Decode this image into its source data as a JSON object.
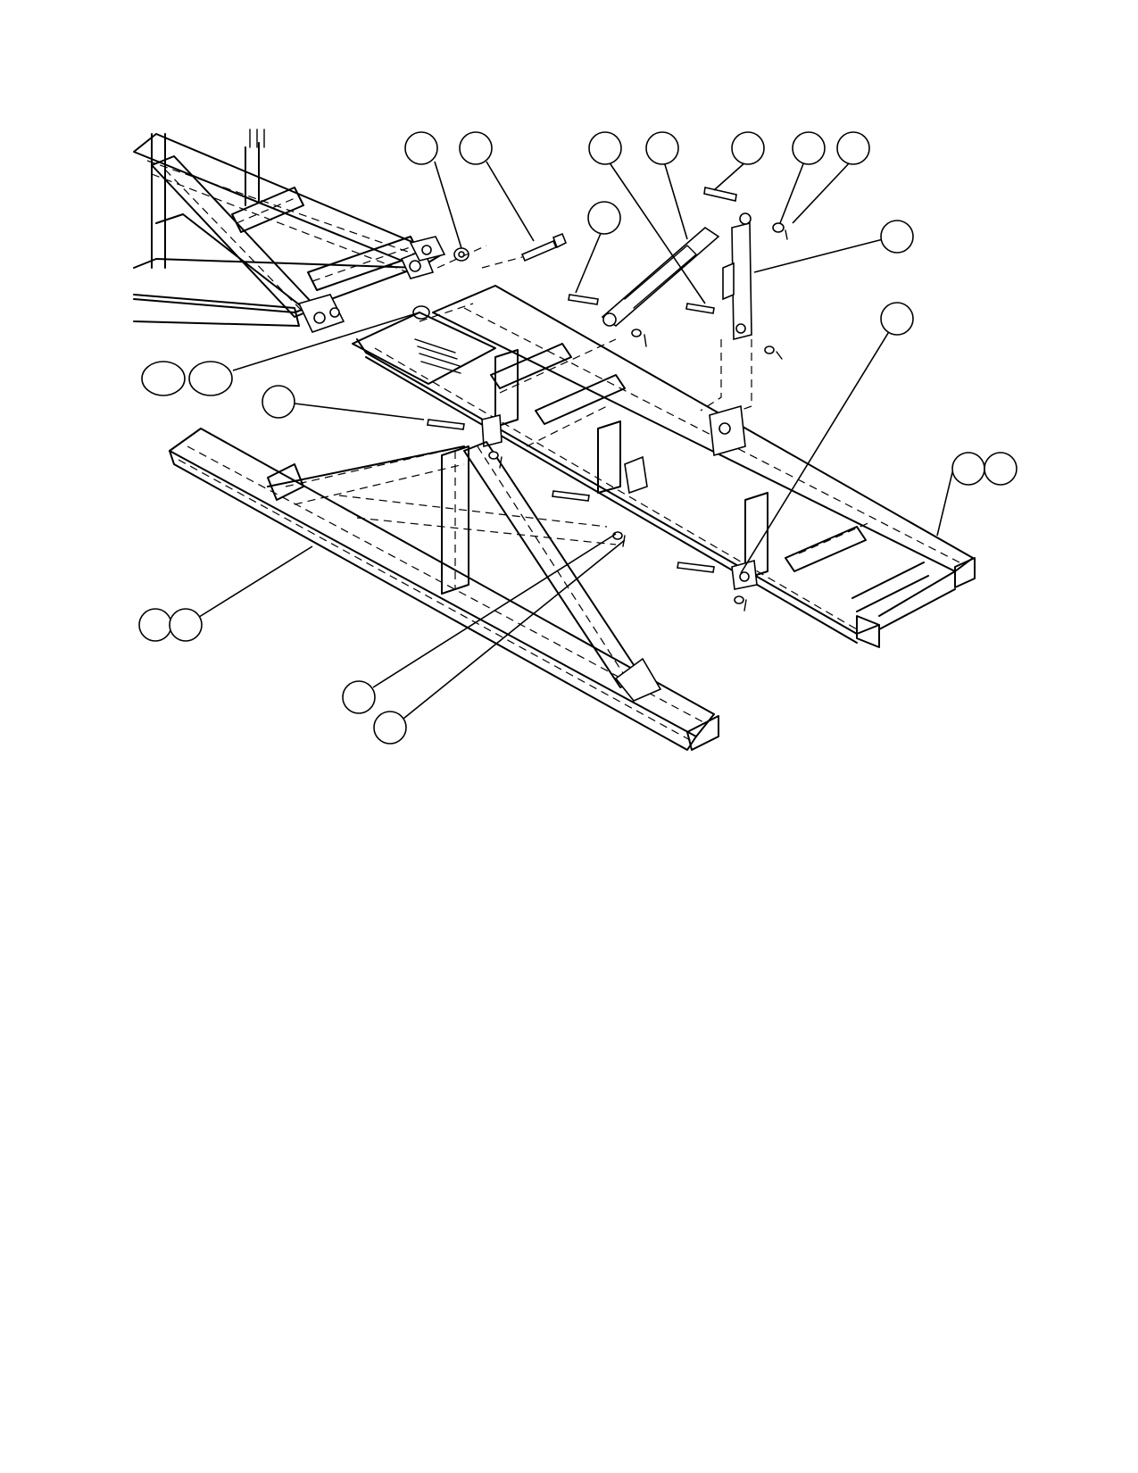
{
  "diagram": {
    "callouts": [
      {
        "id": "callout-1"
      },
      {
        "id": "callout-2"
      },
      {
        "id": "callout-3"
      },
      {
        "id": "callout-4"
      },
      {
        "id": "callout-5"
      },
      {
        "id": "callout-6"
      },
      {
        "id": "callout-7"
      },
      {
        "id": "callout-8"
      },
      {
        "id": "callout-9"
      },
      {
        "id": "callout-10"
      },
      {
        "id": "callout-11"
      },
      {
        "id": "callout-12"
      },
      {
        "id": "callout-13"
      },
      {
        "id": "callout-14"
      },
      {
        "id": "callout-15"
      },
      {
        "id": "callout-16"
      },
      {
        "id": "callout-17"
      },
      {
        "id": "callout-18"
      },
      {
        "id": "callout-19"
      },
      {
        "id": "callout-20"
      }
    ]
  }
}
